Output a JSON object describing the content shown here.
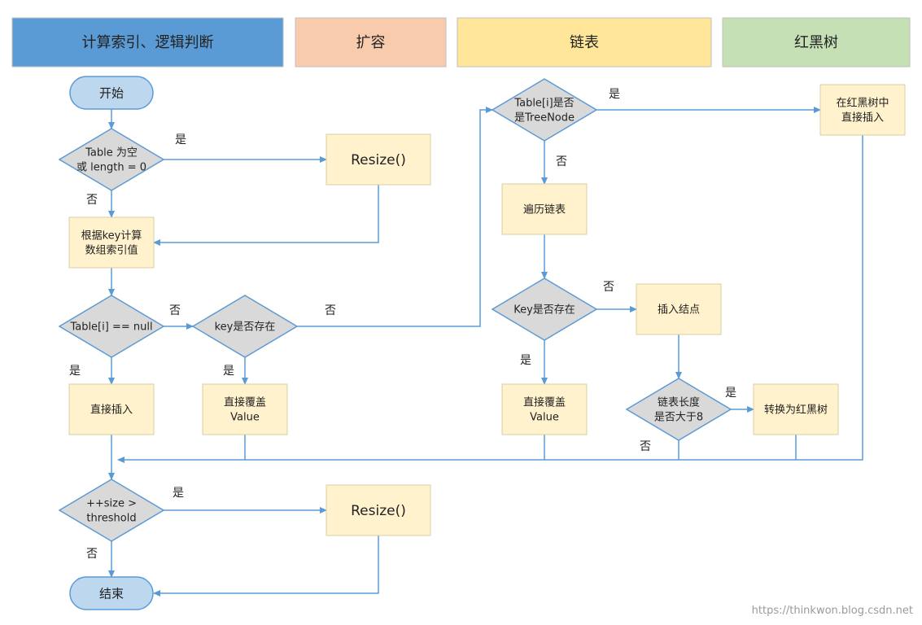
{
  "colors": {
    "header_logic": "#5b9bd5",
    "header_resize": "#f8cbad",
    "header_list": "#ffe699",
    "header_tree": "#c5e0b4",
    "process_fill": "#fff2cc",
    "process_stroke": "#d9cfa6",
    "decision_fill": "#d9d9d9",
    "decision_stroke": "#5b9bd5",
    "terminal_fill": "#bdd7ee",
    "terminal_stroke": "#5b9bd5",
    "arrow": "#5b9bd5"
  },
  "headers": [
    {
      "id": "logic",
      "label": "计算索引、逻辑判断"
    },
    {
      "id": "resize",
      "label": "扩容"
    },
    {
      "id": "list",
      "label": "链表"
    },
    {
      "id": "tree",
      "label": "红黑树"
    }
  ],
  "nodes": [
    {
      "id": "start",
      "type": "terminal",
      "lines": [
        "开始"
      ]
    },
    {
      "id": "d_table_empty",
      "type": "decision",
      "lines": [
        "Table 为空",
        "或 length = 0"
      ]
    },
    {
      "id": "resize1",
      "type": "process",
      "size": "lg",
      "lines": [
        "Resize()"
      ]
    },
    {
      "id": "calc_index",
      "type": "process",
      "lines": [
        "根据key计算",
        "数组索引值"
      ]
    },
    {
      "id": "d_null",
      "type": "decision",
      "lines": [
        "Table[i] == null"
      ]
    },
    {
      "id": "d_key_exist",
      "type": "decision",
      "lines": [
        "key是否存在"
      ]
    },
    {
      "id": "insert_direct1",
      "type": "process",
      "lines": [
        "直接插入"
      ]
    },
    {
      "id": "overwrite1",
      "type": "process",
      "lines": [
        "直接覆盖",
        "Value"
      ]
    },
    {
      "id": "d_treenode",
      "type": "decision",
      "lines": [
        "Table[i]是否",
        "是TreeNode"
      ]
    },
    {
      "id": "traverse",
      "type": "process",
      "lines": [
        "遍历链表"
      ]
    },
    {
      "id": "d_key_exist2",
      "type": "decision",
      "lines": [
        "Key是否存在"
      ]
    },
    {
      "id": "insert_node",
      "type": "process",
      "lines": [
        "插入结点"
      ]
    },
    {
      "id": "overwrite2",
      "type": "process",
      "lines": [
        "直接覆盖",
        "Value"
      ]
    },
    {
      "id": "d_len8",
      "type": "decision",
      "lines": [
        "链表长度",
        "是否大于8"
      ]
    },
    {
      "id": "to_tree",
      "type": "process",
      "lines": [
        "转换为红黑树"
      ]
    },
    {
      "id": "tree_insert",
      "type": "process",
      "lines": [
        "在红黑树中",
        "直接插入"
      ]
    },
    {
      "id": "d_size",
      "type": "decision",
      "lines": [
        "++size >",
        "threshold"
      ]
    },
    {
      "id": "resize2",
      "type": "process",
      "size": "lg",
      "lines": [
        "Resize()"
      ]
    },
    {
      "id": "end",
      "type": "terminal",
      "lines": [
        "结束"
      ]
    }
  ],
  "edge_labels": [
    {
      "id": "yes_empty",
      "text": "是"
    },
    {
      "id": "no_empty",
      "text": "否"
    },
    {
      "id": "no_null",
      "text": "否"
    },
    {
      "id": "yes_null",
      "text": "是"
    },
    {
      "id": "no_key",
      "text": "否"
    },
    {
      "id": "yes_key",
      "text": "是"
    },
    {
      "id": "yes_treenode",
      "text": "是"
    },
    {
      "id": "no_treenode",
      "text": "否"
    },
    {
      "id": "no_key2",
      "text": "否"
    },
    {
      "id": "yes_key2",
      "text": "是"
    },
    {
      "id": "yes_len8",
      "text": "是"
    },
    {
      "id": "no_len8",
      "text": "否"
    },
    {
      "id": "yes_size",
      "text": "是"
    },
    {
      "id": "no_size",
      "text": "否"
    }
  ],
  "watermark": "https://thinkwon.blog.csdn.net"
}
